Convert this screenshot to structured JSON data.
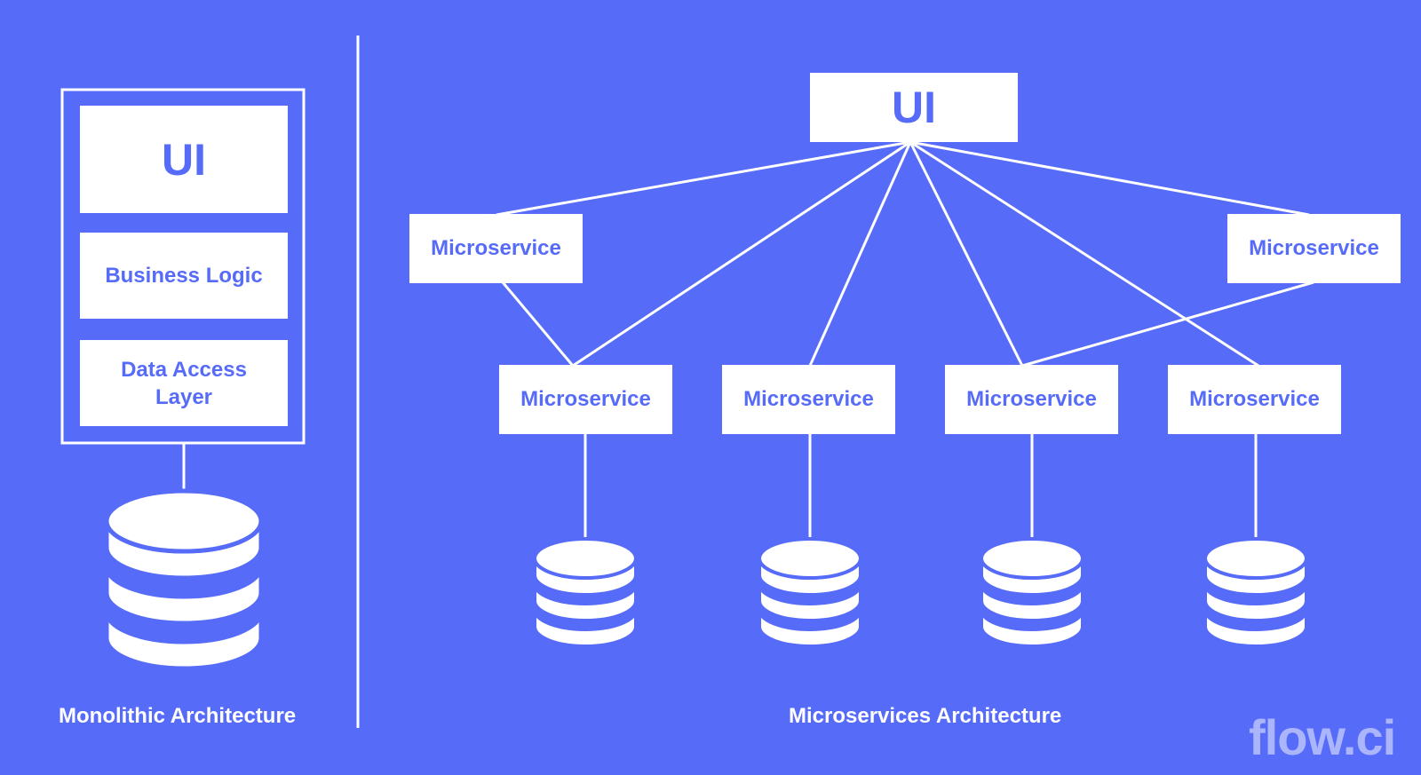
{
  "colors": {
    "background": "#566bf7",
    "foreground": "#ffffff",
    "label": "#566bf7"
  },
  "monolith": {
    "layers": [
      "UI",
      "Business Logic",
      "Data Access Layer"
    ],
    "caption": "Monolithic Architecture",
    "database_icon": "database-icon"
  },
  "microservices": {
    "ui_label": "UI",
    "service_label": "Microservice",
    "caption": "Microservices Architecture",
    "database_icon": "database-icon"
  },
  "brand": "flow.ci"
}
